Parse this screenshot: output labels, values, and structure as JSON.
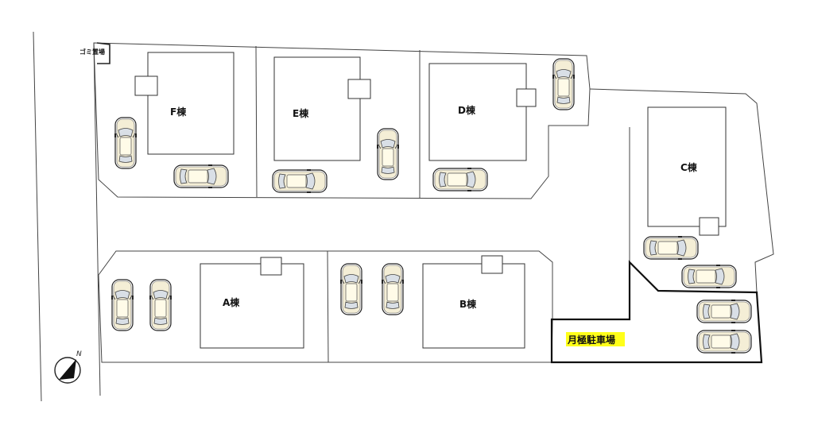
{
  "buildings": {
    "F": "F棟",
    "E": "E棟",
    "D": "D棟",
    "C": "C棟",
    "A": "A棟",
    "B": "B棟"
  },
  "garbage_station": "ゴミ置場",
  "monthly_parking": "月極駐車場",
  "compass": "N",
  "colors": {
    "highlight": "#ffff1a",
    "line": "#444444"
  }
}
